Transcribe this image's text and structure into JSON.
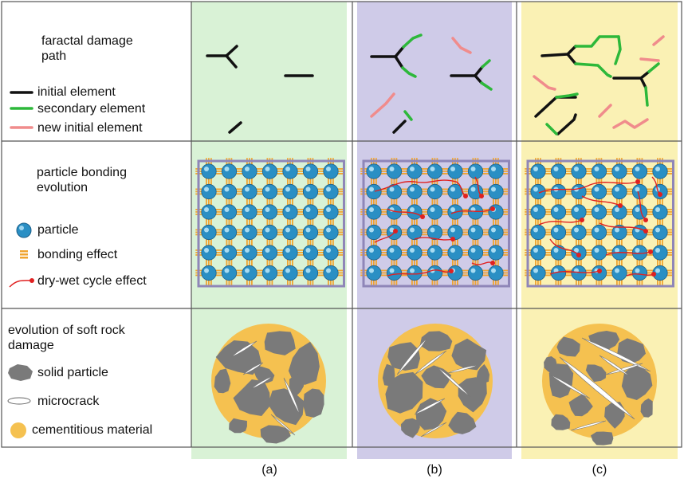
{
  "row_titles": {
    "path": [
      "faractal damage",
      "path"
    ],
    "bonding": [
      "particle bonding",
      "evolution"
    ],
    "rock": [
      "evolution of soft rock",
      "damage"
    ]
  },
  "legend": {
    "path": [
      "initial element",
      "secondary element",
      "new initial element"
    ],
    "bonding": [
      "particle",
      "bonding effect",
      "dry-wet cycle effect"
    ],
    "rock": [
      "solid particle",
      "microcrack",
      "cementitious material"
    ]
  },
  "panel_labels": [
    "(a)",
    "(b)",
    "(c)"
  ],
  "colors": {
    "bg_a": "#d9f2d6",
    "bg_b": "#cfcbe8",
    "bg_c": "#faf1b4",
    "initial": "#111111",
    "secondary": "#2db83a",
    "new_initial": "#f08c8c",
    "particle": "#2a8fc4",
    "bonding": "#f0a430",
    "drywet": "#e02020",
    "cement": "#f5c150",
    "solid": "#7a7a7a",
    "frame": "#8f86b8"
  },
  "icons": [
    "line-legend-icon",
    "particle-icon",
    "bonding-icon",
    "drywet-arrow-icon",
    "solid-particle-icon",
    "microcrack-icon",
    "cement-icon"
  ]
}
